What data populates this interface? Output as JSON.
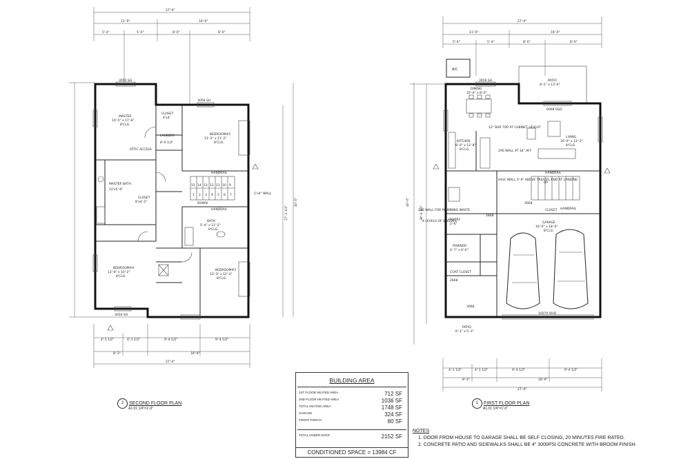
{
  "building_area": {
    "title": "BUILDING AREA",
    "rows": [
      {
        "label": "1ST FLOOR HEATED AREA",
        "value": "712 SF"
      },
      {
        "label": "2ND FLOOR HEATED AREA",
        "value": "1036 SF"
      },
      {
        "label": "TOTAL HEATED AREA",
        "value": "1748 SF"
      },
      {
        "label": "GARAGE",
        "value": "324 SF"
      },
      {
        "label": "FRONT PORCH",
        "value": "80 SF"
      }
    ],
    "total_label": "TOTAL UNDER ROOF",
    "total_value": "2152 SF",
    "conditioned": "CONDITIONED SPACE = 13984 CF"
  },
  "notes": {
    "header": "NOTES",
    "items": [
      "1.    DOOR FROM HOUSE TO GARAGE SHALL BE SELF CLOSING, 20 MINUTES FIRE RATED.",
      "2.    CONCRETE PATIO AND SIDEWALKS SHALL BE 4\" 3000PSI CONCRETE WITH BROOM FINISH."
    ]
  },
  "second_floor": {
    "title": "SECOND FLOOR PLAN",
    "number": "2",
    "sheet": "A1.01",
    "scale": "1/4\"=1'-0\"",
    "overall_width": "27'-0\"",
    "top_dims": [
      "11'-0\"",
      "16'-0\"",
      "5'-4\"",
      "5'-4\"",
      "8'-0\"",
      "8'-0\""
    ],
    "bottom_dims": [
      "4'-1 1/2\"",
      "4'-1 1/2\"",
      "9'-4 1/2\"",
      "9'-4 1/2\"",
      "8'-3\"",
      "18'-9\""
    ],
    "depth": "40'-0\"",
    "depth_right": "27'-1 1/2\"",
    "window_top": "3050 SH",
    "window_mid": "3056 SH",
    "window_bottom": "3050 SH",
    "rooms": [
      {
        "name": "MASTER",
        "dims": "10'-5\" x 17'-6\"",
        "clg": "8'CLG."
      },
      {
        "name": "BEDROOM#2",
        "dims": "11'-2\" x 11'-2\"",
        "clg": "8'CLG."
      },
      {
        "name": "MASTER BATH",
        "dims": "12'x5'-6\"",
        "clg": ""
      },
      {
        "name": "BATH",
        "dims": "5'-4\" x 11'-2\"",
        "clg": "8'CLG."
      },
      {
        "name": "BEDROOM#4",
        "dims": "12'-0\" x 10'-2\"",
        "clg": "8'CLG."
      },
      {
        "name": "BEDROOM#3",
        "dims": "12'-3\" x 12'-3\"",
        "clg": "8'CLG."
      },
      {
        "name": "LAUNDRY",
        "dims": "8'-0 1/2\"",
        "clg": ""
      },
      {
        "name": "CLOSET",
        "dims": "4'x4'",
        "clg": ""
      },
      {
        "name": "CLOSET",
        "dims": "8'x4'-1\"",
        "clg": ""
      },
      {
        "name": "ATTIC ACCESS",
        "dims": "",
        "clg": ""
      }
    ],
    "stairs_label": "DOWN",
    "handrail": "HANDRAIL",
    "treads": [
      "15",
      "14",
      "13",
      "12",
      "11",
      "10",
      "9"
    ],
    "treads_low": [
      "1",
      "2",
      "3",
      "4",
      "5",
      "6",
      "7"
    ],
    "wall_note": "2'x4\" WALL"
  },
  "first_floor": {
    "title": "FIRST FLOOR PLAN",
    "number": "1",
    "sheet": "A1.01",
    "scale": "1/4\"=1'-0\"",
    "overall_width": "27'-0\"",
    "top_dims": [
      "11'-0\"",
      "16'-0\"",
      "5'-4\"",
      "5'-4\"",
      "8'-0\"",
      "8'-0\""
    ],
    "bottom_dims": [
      "4'-1 1/2\"",
      "4'-1 1/2\"",
      "9'-4 1/2\"",
      "9'-4 1/2\"",
      "8'-3\"",
      "18'-9\""
    ],
    "depth": "40'-0\"",
    "depth_left": "38'-4 1/2\"",
    "ac": "A/C",
    "rooms": [
      {
        "name": "DINING",
        "dims": "10'-0\" x 8'-0\"",
        "clg": "8'CLG."
      },
      {
        "name": "LIVING",
        "dims": "16'-0\" x 12'-3\"",
        "clg": "8'CLG."
      },
      {
        "name": "KITCHEN",
        "dims": "8'-0\" x 12'-8\"",
        "clg": "8'CLG."
      },
      {
        "name": "GARAGE",
        "dims": "16'-0\" x 18'-0\"",
        "clg": "8'CLG."
      },
      {
        "name": "PATIO",
        "dims": "8'-5\" x 13'-6\"",
        "clg": ""
      },
      {
        "name": "PATIO",
        "dims": "6'-3\" x 5'-3\"",
        "clg": ""
      },
      {
        "name": "POWDER",
        "dims": "4'-7\" x 6'-0\"",
        "clg": ""
      },
      {
        "name": "PANTRY",
        "dims": "2'-6\"",
        "clg": ""
      },
      {
        "name": "COAT CLOSET",
        "dims": "",
        "clg": ""
      },
      {
        "name": "CLOSET",
        "dims": "",
        "clg": ""
      }
    ],
    "notes": [
      "12\" BAR TOP AT CABINET HEIGHT",
      "2X6 WALL AT 34\" AFF",
      "HALF WALL 3'-4\" ABOVE TREADS, END AT LANDING",
      "2X6 WALL FOR PLUMBING WASTE",
      "4 LEVELS OF SHELVES"
    ],
    "door_garage": "16070 OHD",
    "door_slider": "6068 SGD",
    "window_top": "3056 SH",
    "handrail": "HANDRAIL",
    "up_label": "UP",
    "door_tags": [
      "2668",
      "2868",
      "3068",
      "2668"
    ]
  }
}
